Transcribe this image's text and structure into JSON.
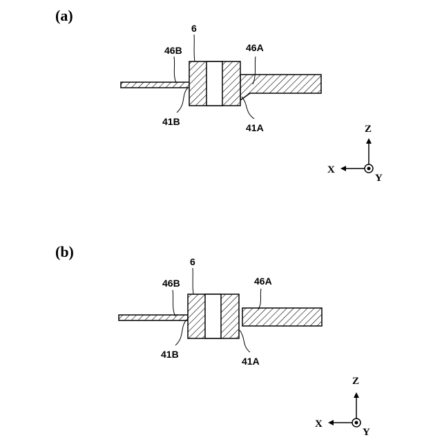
{
  "panels": [
    {
      "label": "(a)",
      "refs": {
        "component": "6",
        "upper_right": "46A",
        "upper_left": "46B",
        "lower_left": "41B",
        "lower_right": "41A"
      },
      "axes": {
        "z": "Z",
        "x": "X",
        "y": "Y"
      }
    },
    {
      "label": "(b)",
      "refs": {
        "component": "6",
        "upper_right": "46A",
        "upper_left": "46B",
        "lower_left": "41B",
        "lower_right": "41A"
      },
      "axes": {
        "z": "Z",
        "x": "X",
        "y": "Y"
      }
    }
  ],
  "colors": {
    "ink": "#000000",
    "background": "#ffffff"
  }
}
